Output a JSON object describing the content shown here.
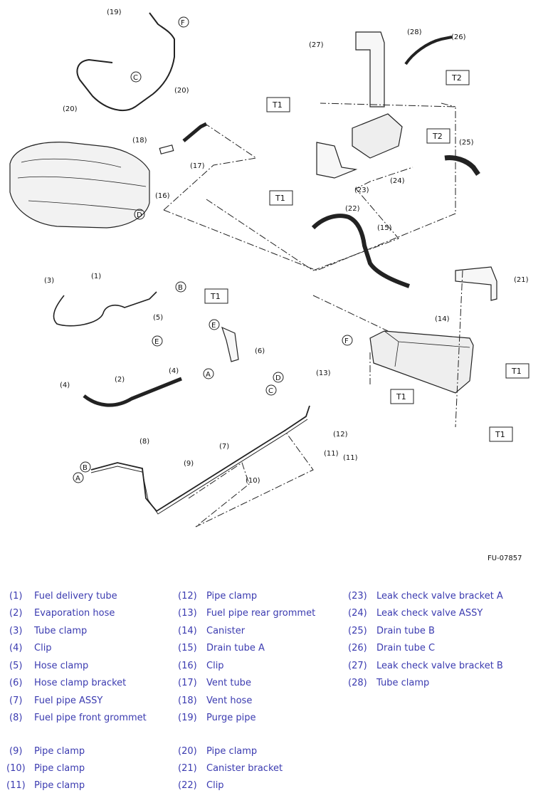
{
  "figure_id": "FU-07857",
  "callouts": [
    "(1)",
    "(2)",
    "(3)",
    "(4)",
    "(4)",
    "(5)",
    "(6)",
    "(7)",
    "(8)",
    "(9)",
    "(10)",
    "(11)",
    "(11)",
    "(12)",
    "(13)",
    "(14)",
    "(15)",
    "(16)",
    "(17)",
    "(18)",
    "(19)",
    "(20)",
    "(20)",
    "(21)",
    "(22)",
    "(23)",
    "(24)",
    "(25)",
    "(26)",
    "(27)",
    "(28)"
  ],
  "connectors": [
    "F",
    "C",
    "D",
    "B",
    "E",
    "E",
    "A",
    "A",
    "B",
    "D",
    "C",
    "F"
  ],
  "torque_tags": [
    "T1",
    "T1",
    "T1",
    "T1",
    "T1",
    "T1",
    "T2",
    "T2"
  ],
  "legend": [
    {
      "num": "(1)",
      "name": "Fuel delivery tube"
    },
    {
      "num": "(2)",
      "name": "Evaporation hose"
    },
    {
      "num": "(3)",
      "name": "Tube clamp"
    },
    {
      "num": "(4)",
      "name": "Clip"
    },
    {
      "num": "(5)",
      "name": "Hose clamp"
    },
    {
      "num": "(6)",
      "name": "Hose clamp bracket"
    },
    {
      "num": "(7)",
      "name": "Fuel pipe ASSY"
    },
    {
      "num": "(8)",
      "name": "Fuel pipe front grommet"
    },
    {
      "num": "(9)",
      "name": "Pipe clamp"
    },
    {
      "num": "(10)",
      "name": "Pipe clamp"
    },
    {
      "num": "(11)",
      "name": "Pipe clamp"
    },
    {
      "num": "(12)",
      "name": "Pipe clamp"
    },
    {
      "num": "(13)",
      "name": "Fuel pipe rear grommet"
    },
    {
      "num": "(14)",
      "name": "Canister"
    },
    {
      "num": "(15)",
      "name": "Drain tube A"
    },
    {
      "num": "(16)",
      "name": "Clip"
    },
    {
      "num": "(17)",
      "name": "Vent tube"
    },
    {
      "num": "(18)",
      "name": "Vent hose"
    },
    {
      "num": "(19)",
      "name": "Purge pipe"
    },
    {
      "num": "(20)",
      "name": "Pipe clamp"
    },
    {
      "num": "(21)",
      "name": "Canister bracket"
    },
    {
      "num": "(22)",
      "name": "Clip"
    },
    {
      "num": "(23)",
      "name": "Leak check valve bracket A"
    },
    {
      "num": "(24)",
      "name": "Leak check valve ASSY"
    },
    {
      "num": "(25)",
      "name": "Drain tube B"
    },
    {
      "num": "(26)",
      "name": "Drain tube C"
    },
    {
      "num": "(27)",
      "name": "Leak check valve bracket B"
    },
    {
      "num": "(28)",
      "name": "Tube clamp"
    }
  ],
  "colors": {
    "legend_text": "#3b3bb0",
    "line": "#111111"
  }
}
